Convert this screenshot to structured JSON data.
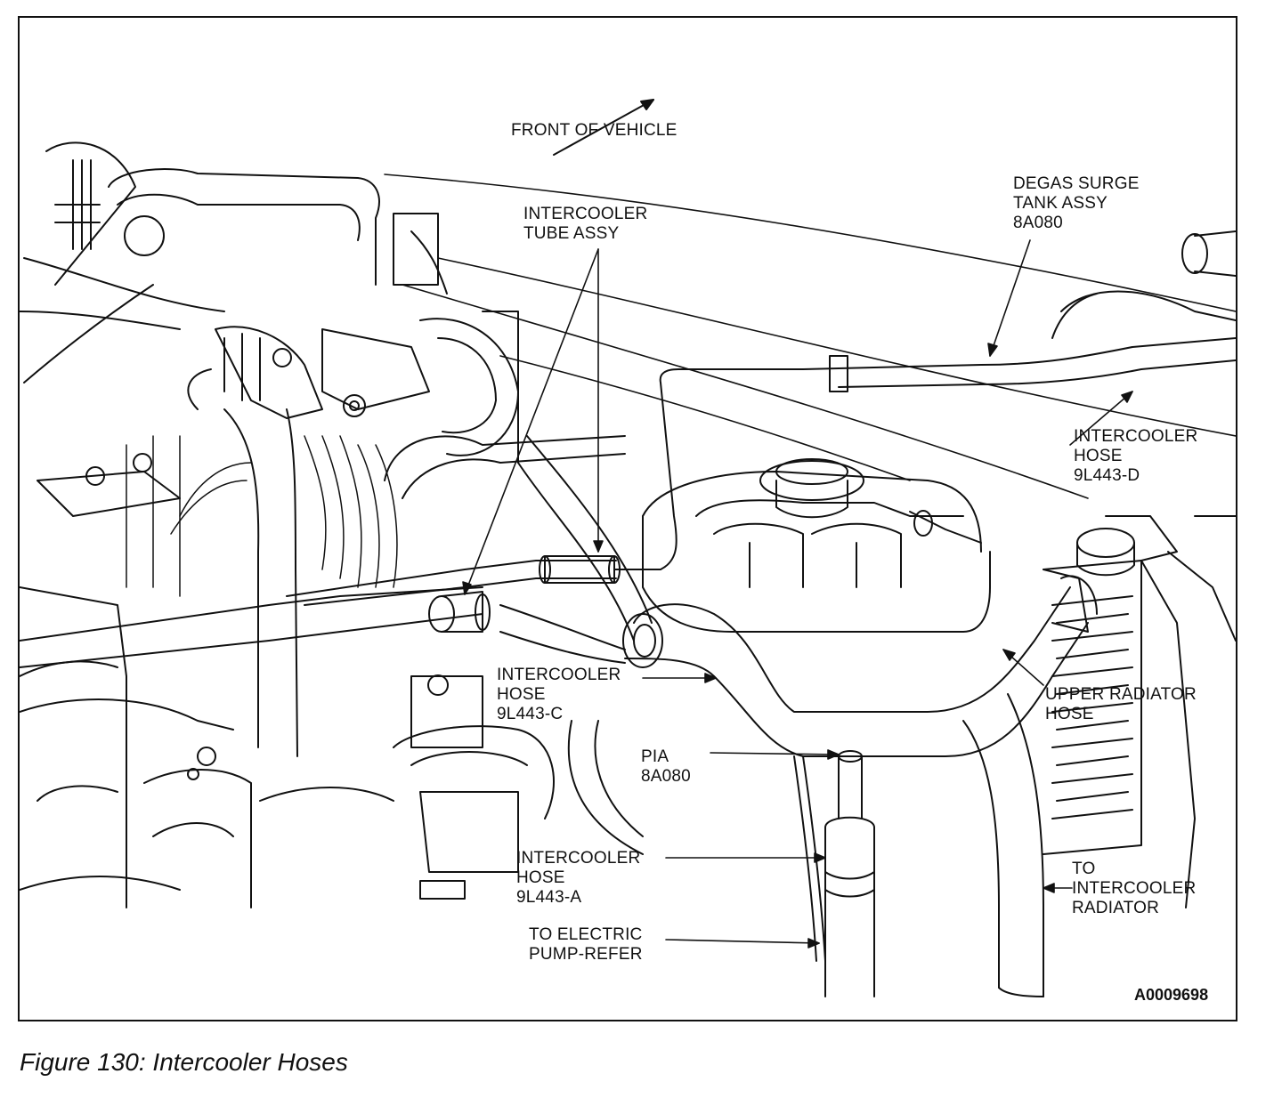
{
  "figure": {
    "caption": "Figure 130: Intercooler Hoses",
    "drawing_id": "A0009698"
  },
  "labels": {
    "front_of_vehicle": "FRONT OF VEHICLE",
    "intercooler_tube_assy": [
      "INTERCOOLER",
      "TUBE ASSY"
    ],
    "degas_surge_tank": [
      "DEGAS SURGE",
      "TANK ASSY",
      "8A080"
    ],
    "intercooler_hose_d": [
      "INTERCOOLER",
      "HOSE",
      "9L443-D"
    ],
    "intercooler_hose_c": [
      "INTERCOOLER",
      "HOSE",
      "9L443-C"
    ],
    "upper_radiator_hose": [
      "UPPER RADIATOR",
      "HOSE"
    ],
    "pia": [
      "PIA",
      "8A080"
    ],
    "intercooler_hose_a": [
      "INTERCOOLER",
      "HOSE",
      "9L443-A"
    ],
    "to_intercooler_radiator": [
      "TO",
      "INTERCOOLER",
      "RADIATOR"
    ],
    "to_electric_pump": [
      "TO ELECTRIC",
      "PUMP-REFER"
    ]
  },
  "colors": {
    "line": "#111111",
    "background": "#ffffff"
  }
}
